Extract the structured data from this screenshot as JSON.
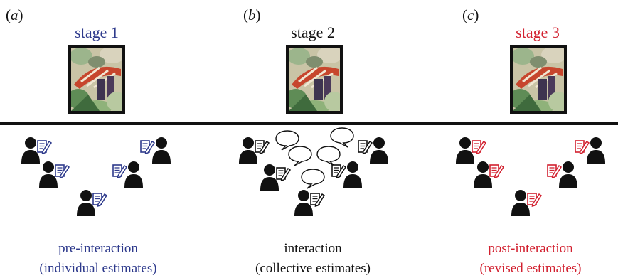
{
  "panels": [
    {
      "letter": "a",
      "stage": "stage 1",
      "description": "pre-interaction",
      "detail": "(individual estimates)",
      "color": "#2e3a8c"
    },
    {
      "letter": "b",
      "stage": "stage 2",
      "description": "interaction",
      "detail": "(collective estimates)",
      "color": "#111111"
    },
    {
      "letter": "c",
      "stage": "stage 3",
      "description": "post-interaction",
      "detail": "(revised estimates)",
      "color": "#d2202f"
    }
  ],
  "icons": {
    "person": "person-with-document-icon",
    "bubble": "speech-bubble-icon",
    "painting": "umbrellas-painting-image"
  }
}
